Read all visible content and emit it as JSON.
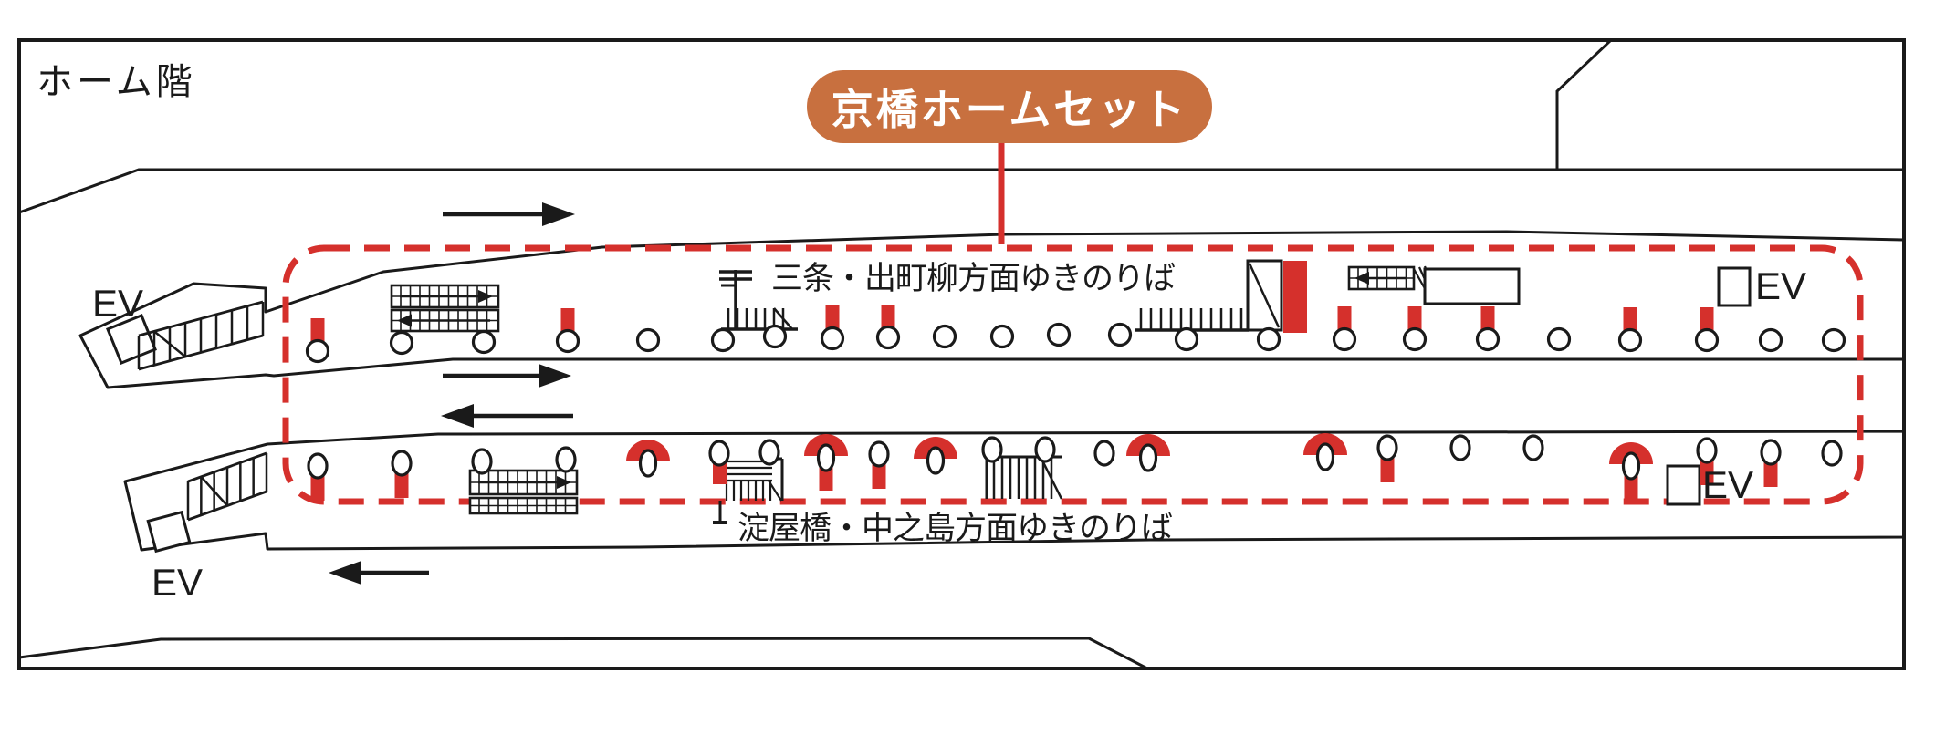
{
  "floor_label": "ホーム階",
  "callout_badge": {
    "label": "京橋ホームセット"
  },
  "upper_platform": {
    "direction_label": "三条・出町柳方面ゆきのりば",
    "elevator_left_label": "EV",
    "elevator_right_label": "EV"
  },
  "lower_platform": {
    "direction_label": "淀屋橋・中之島方面ゆきのりば",
    "elevator_left_label": "EV",
    "elevator_right_label": "EV"
  },
  "markers": {
    "upper_red_flag_count": 9,
    "lower_red_flag_count": 9,
    "arch_marker_count": 6,
    "red_panel_count": 1
  },
  "colors": {
    "highlight_red": "#D5302C",
    "badge_orange": "#C8703F",
    "floor_gray": "#F0EFEB",
    "line_black": "#1A1A1A"
  }
}
